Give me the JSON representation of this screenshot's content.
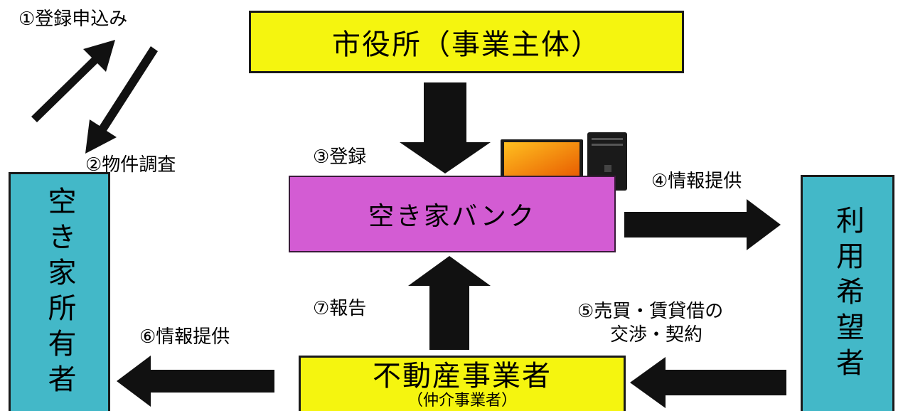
{
  "nodes": {
    "city": {
      "label": "市役所（事業主体）"
    },
    "bank": {
      "label": "空き家バンク"
    },
    "owner": {
      "label": "空き家所有者"
    },
    "user": {
      "label": "利用希望者"
    },
    "agent": {
      "label": "不動産事業者",
      "sublabel": "（仲介事業者）"
    }
  },
  "steps": {
    "s1": "①登録申込み",
    "s2": "②物件調査",
    "s3": "③登録",
    "s4": "④情報提供",
    "s5_line1": "⑤売買・賃貸借の",
    "s5_line2": "交渉・契約",
    "s6": "⑥情報提供",
    "s7": "⑦報告"
  },
  "colors": {
    "yellow": "#f5f50f",
    "pink": "#d35cd3",
    "teal": "#43b8c8",
    "arrow": "#111111"
  },
  "icons": {
    "computer": "computer-icon"
  }
}
